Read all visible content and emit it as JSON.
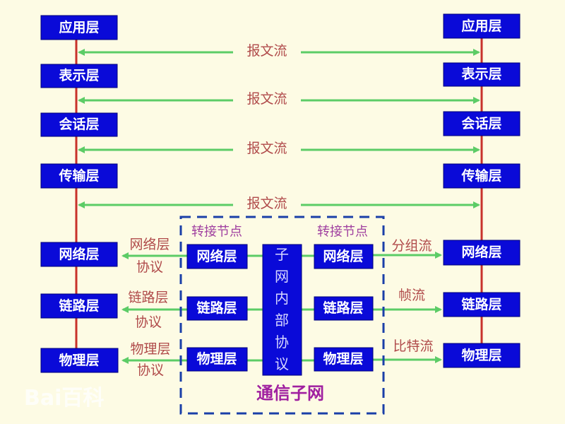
{
  "left_stack": [
    "应用层",
    "表示层",
    "会话层",
    "传输层",
    "网络层",
    "链路层",
    "物理层"
  ],
  "right_stack": [
    "应用层",
    "表示层",
    "会话层",
    "传输层",
    "网络层",
    "链路层",
    "物理层"
  ],
  "message_flow_label": "报文流",
  "relay_node_label": "转接节点",
  "relay_left": [
    "网络层",
    "链路层",
    "物理层"
  ],
  "relay_right": [
    "网络层",
    "链路层",
    "物理层"
  ],
  "subnet_internal_protocol": [
    "子",
    "网",
    "内",
    "部",
    "协",
    "议"
  ],
  "left_protocols": [
    [
      "网络层",
      "协议"
    ],
    [
      "链路层",
      "协议"
    ],
    [
      "物理层",
      "协议"
    ]
  ],
  "right_flows": [
    "分组流",
    "帧流",
    "比特流"
  ],
  "subnet_label": "通信子网",
  "watermark": "Bai百科",
  "colors": {
    "box": "#0a0ad8",
    "arrow": "#5ccc66",
    "line": "#c8322a",
    "background": "#fdfbe4"
  }
}
